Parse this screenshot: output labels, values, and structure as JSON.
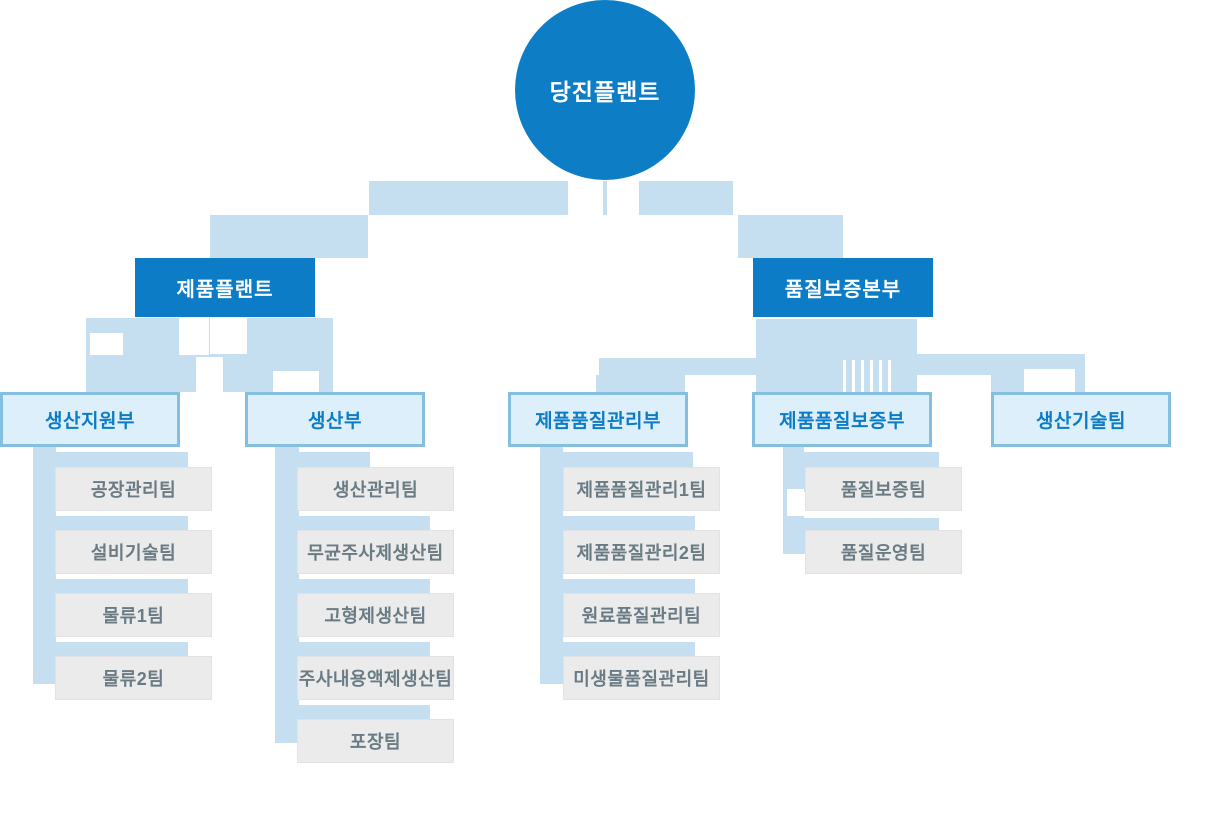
{
  "org": {
    "root": {
      "label": "당진플랜트"
    },
    "branches": [
      {
        "label": "제품플랜트",
        "departments": [
          {
            "label": "생산지원부",
            "teams": [
              "공장관리팀",
              "설비기술팀",
              "물류1팀",
              "물류2팀"
            ]
          },
          {
            "label": "생산부",
            "teams": [
              "생산관리팀",
              "무균주사제생산팀",
              "고형제생산팀",
              "주사내용액제생산팀",
              "포장팀"
            ]
          }
        ]
      },
      {
        "label": "품질보증본부",
        "departments": [
          {
            "label": "제품품질관리부",
            "teams": [
              "제품품질관리1팀",
              "제품품질관리2팀",
              "원료품질관리팀",
              "미생물품질관리팀"
            ]
          },
          {
            "label": "제품품질보증부",
            "teams": [
              "품질보증팀",
              "품질운영팀"
            ]
          },
          {
            "label": "생산기술팀",
            "teams": []
          }
        ]
      }
    ]
  },
  "colors": {
    "node_blue": "#0d7ec5",
    "connector_light_blue": "#c6dff0",
    "department_fill": "#ddeffa",
    "department_border": "#85bfdf",
    "department_text": "#0b7cc5",
    "team_fill": "#ebebec",
    "team_text": "#6a7b84",
    "root_text": "#ffffff"
  }
}
